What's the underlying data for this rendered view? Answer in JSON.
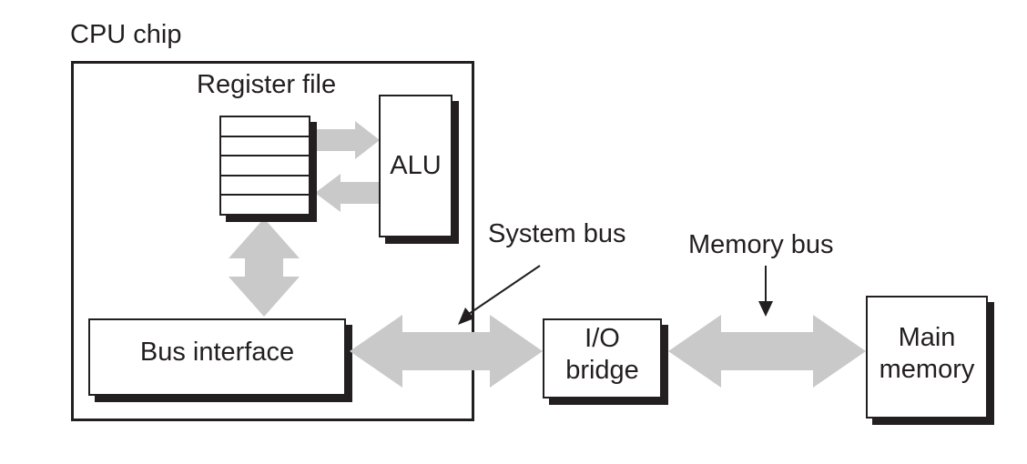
{
  "diagram": {
    "title": "CPU chip",
    "colors": {
      "ink": "#231f20",
      "arrow_gray": "#c9c9c9",
      "box_fill": "#ffffff"
    },
    "nodes": {
      "cpu_chip": {
        "label": "CPU chip"
      },
      "register_file": {
        "label": "Register file",
        "rows": 5
      },
      "alu": {
        "label": "ALU"
      },
      "bus_interface": {
        "label": "Bus interface"
      },
      "io_bridge": {
        "line1": "I/O",
        "line2": "bridge"
      },
      "main_memory": {
        "line1": "Main",
        "line2": "memory"
      }
    },
    "buses": {
      "system_bus": {
        "label": "System bus"
      },
      "memory_bus": {
        "label": "Memory bus"
      }
    }
  }
}
